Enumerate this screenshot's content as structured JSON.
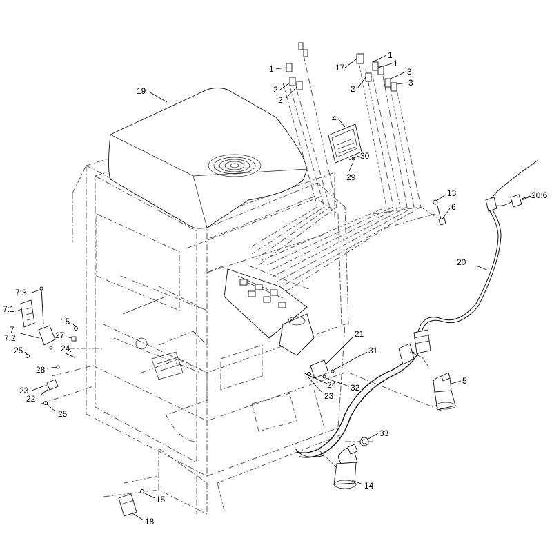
{
  "callouts": [
    {
      "id": "c19",
      "text": "19"
    },
    {
      "id": "c1a",
      "text": "1"
    },
    {
      "id": "c2a",
      "text": "2"
    },
    {
      "id": "c2b",
      "text": "2"
    },
    {
      "id": "c17",
      "text": "17"
    },
    {
      "id": "c1b",
      "text": "1"
    },
    {
      "id": "c1c",
      "text": "1"
    },
    {
      "id": "c2c",
      "text": "2"
    },
    {
      "id": "c3a",
      "text": "3"
    },
    {
      "id": "c3b",
      "text": "3"
    },
    {
      "id": "c4",
      "text": "4"
    },
    {
      "id": "c30",
      "text": "30"
    },
    {
      "id": "c29",
      "text": "29"
    },
    {
      "id": "c13",
      "text": "13"
    },
    {
      "id": "c6",
      "text": "6"
    },
    {
      "id": "c20_6",
      "text": "20:6"
    },
    {
      "id": "c20",
      "text": "20"
    },
    {
      "id": "c7_3",
      "text": "7:3"
    },
    {
      "id": "c7_1",
      "text": "7:1"
    },
    {
      "id": "c7",
      "text": "7"
    },
    {
      "id": "c7_2",
      "text": "7:2"
    },
    {
      "id": "c15a",
      "text": "15"
    },
    {
      "id": "c27",
      "text": "27"
    },
    {
      "id": "c24a",
      "text": "24"
    },
    {
      "id": "c25a",
      "text": "25"
    },
    {
      "id": "c28",
      "text": "28"
    },
    {
      "id": "c23a",
      "text": "23"
    },
    {
      "id": "c22",
      "text": "22"
    },
    {
      "id": "c25b",
      "text": "25"
    },
    {
      "id": "c21",
      "text": "21"
    },
    {
      "id": "c31",
      "text": "31"
    },
    {
      "id": "c24b",
      "text": "24"
    },
    {
      "id": "c32",
      "text": "32"
    },
    {
      "id": "c23b",
      "text": "23"
    },
    {
      "id": "c5",
      "text": "5"
    },
    {
      "id": "c33",
      "text": "33"
    },
    {
      "id": "c14",
      "text": "14"
    },
    {
      "id": "c15b",
      "text": "15"
    },
    {
      "id": "c18",
      "text": "18"
    }
  ]
}
